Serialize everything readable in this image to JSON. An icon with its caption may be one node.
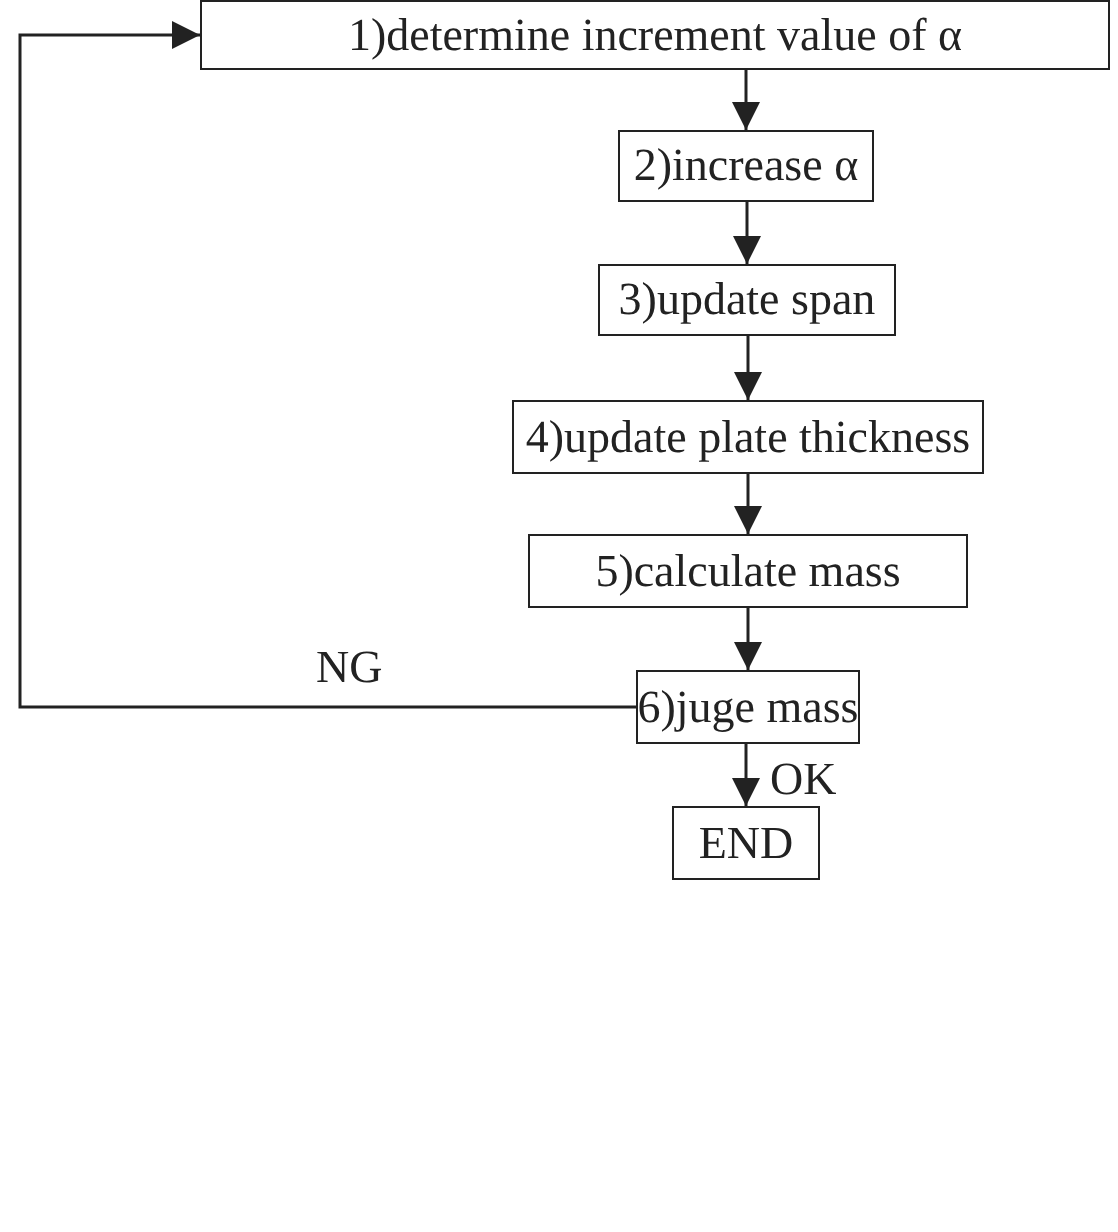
{
  "diagram": {
    "nodes": [
      {
        "text": [
          "1)determine increment value of α"
        ]
      },
      {
        "text": [
          "2)increase α"
        ]
      },
      {
        "text": [
          "3)update span"
        ]
      },
      {
        "text": [
          "4)update plate thickness"
        ]
      },
      {
        "text": [
          "5)calculate mass"
        ]
      },
      {
        "text": [
          "6)juge mass"
        ]
      },
      {
        "text": [
          "END"
        ]
      }
    ],
    "edges": [
      {
        "from": 0,
        "to": 1,
        "arrow": "to"
      },
      {
        "from": 1,
        "to": 2,
        "arrow": "to"
      },
      {
        "from": 2,
        "to": 3,
        "arrow": "to"
      },
      {
        "from": 3,
        "to": 4,
        "arrow": "to"
      },
      {
        "from": 4,
        "to": 5,
        "arrow": "to"
      },
      {
        "from": 5,
        "to": 6,
        "label": "OK",
        "arrow": "to"
      },
      {
        "from": 5,
        "to": 0,
        "label": "NG",
        "arrow": "to"
      }
    ]
  }
}
